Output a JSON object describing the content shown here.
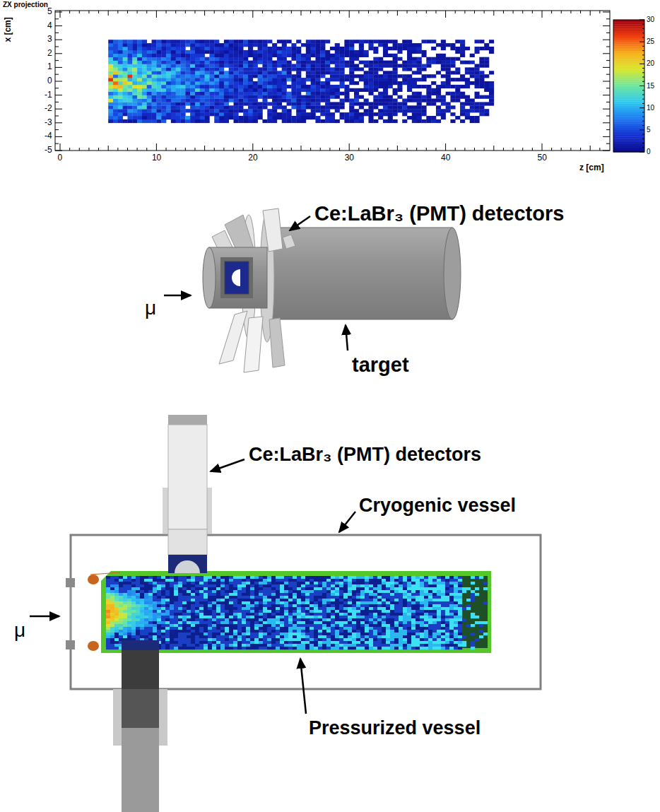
{
  "diagram": {
    "title": "ZX projection",
    "labels": [
      "x [cm]",
      "5",
      "4",
      "3",
      "2",
      "1",
      "0",
      "-1",
      "-2",
      "-3",
      "-4",
      "-5",
      "0",
      "10",
      "20",
      "30",
      "40",
      "50",
      "z [cm]",
      "30",
      "25",
      "20",
      "15",
      "10",
      "5",
      "0",
      "Ce:LaBr₃ (PMT) detectors",
      "μ",
      "target",
      "Ce:LaBr₃ (PMT) detectors",
      "Cryogenic vessel",
      "μ",
      "Pressurized vessel"
    ]
  }
}
